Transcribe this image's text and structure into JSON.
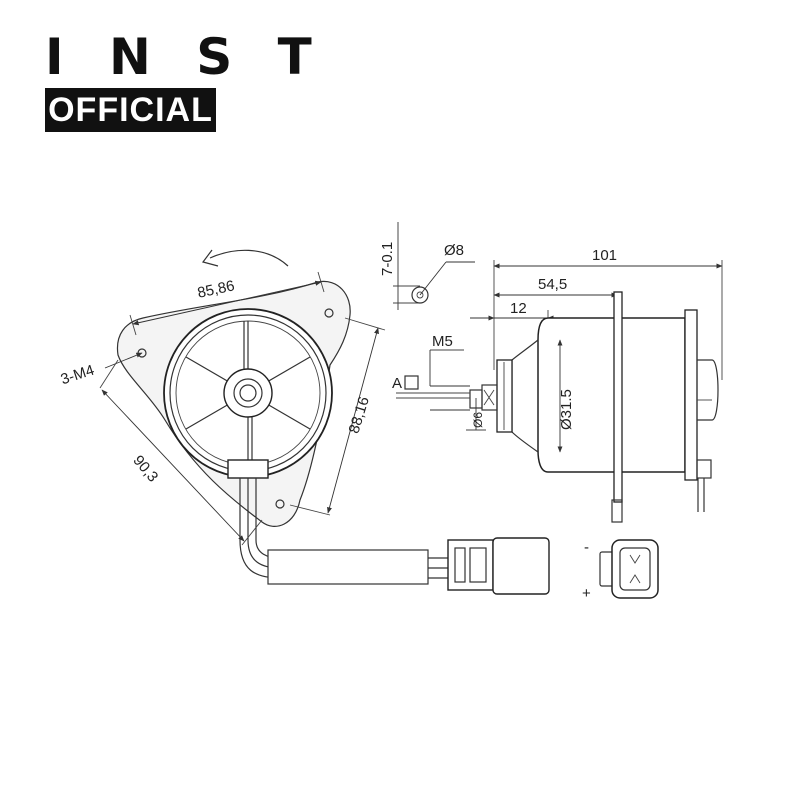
{
  "logo": {
    "top": "I N S T",
    "bottom": "OFFICIAL"
  },
  "dimensions": {
    "bolt_span": "85,86",
    "mount_holes": "3-M4",
    "height": "88,16",
    "diagonal": "90,3",
    "keyway": "7-0.1",
    "shaft_dia": "Ø8",
    "overall_length": "101",
    "body_length": "54,5",
    "shaft_length": "12",
    "thread": "M5",
    "flat_label": "A",
    "body_dia": "Ø31.5",
    "shaft_small_dia": "Ø6"
  },
  "connector": {
    "negative": "-",
    "positive": "+"
  },
  "colors": {
    "line": "#333333",
    "logo": "#111111"
  }
}
